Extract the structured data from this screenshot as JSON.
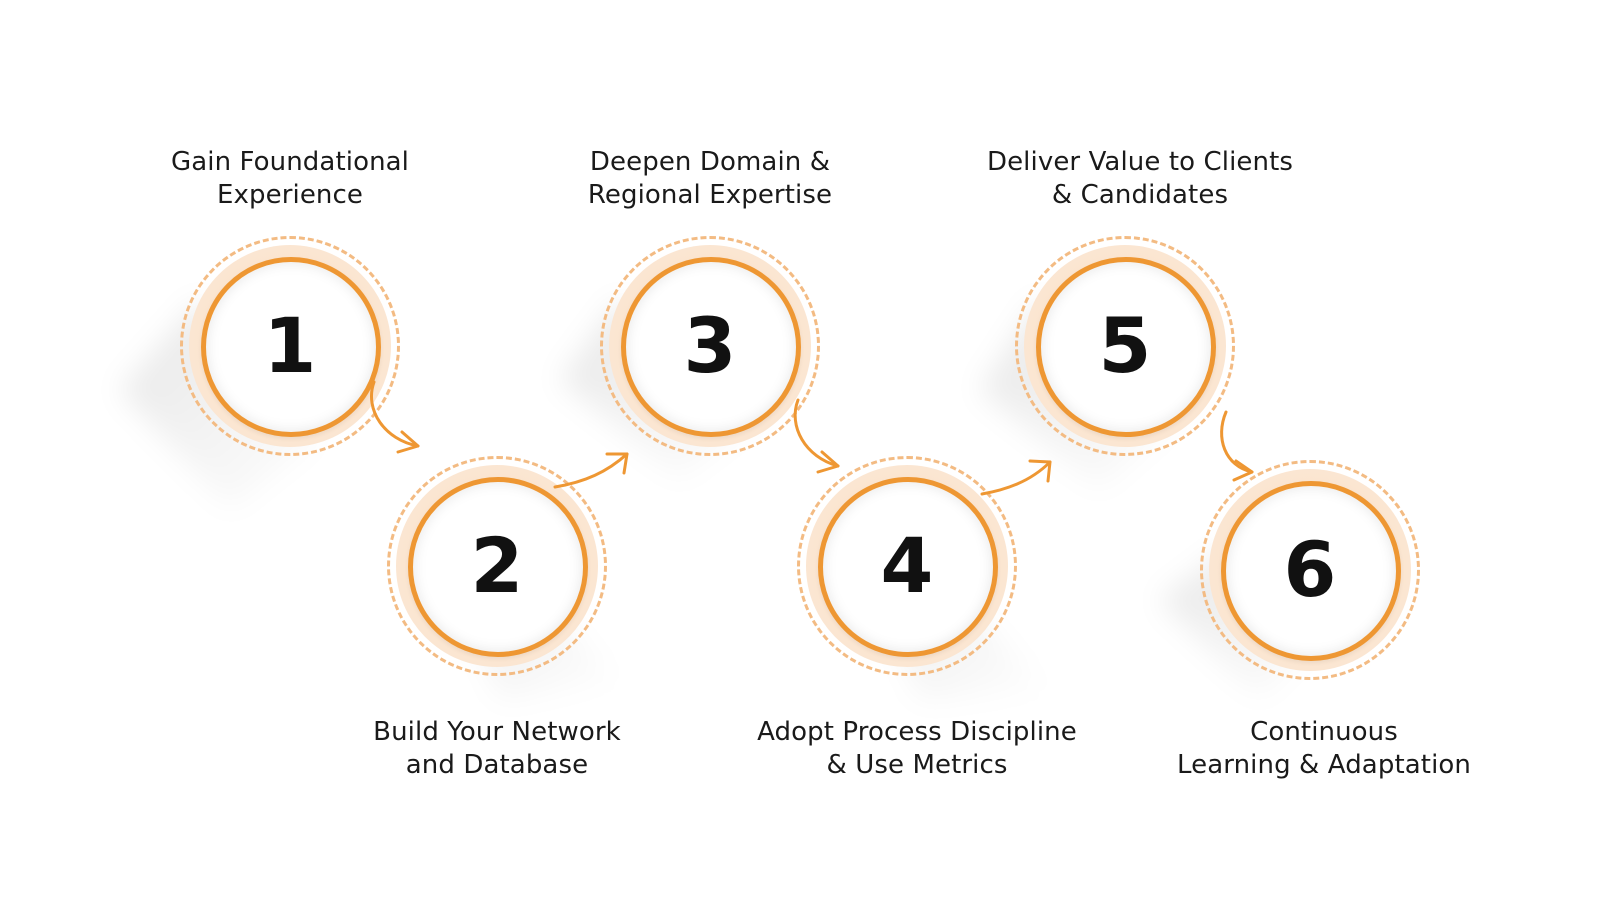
{
  "steps": [
    {
      "number": "1",
      "line1": "Gain Foundational",
      "line2": "Experience"
    },
    {
      "number": "2",
      "line1": "Build Your Network",
      "line2": "and Database"
    },
    {
      "number": "3",
      "line1": "Deepen Domain &",
      "line2": "Regional Expertise"
    },
    {
      "number": "4",
      "line1": "Adopt Process Discipline",
      "line2": "& Use Metrics"
    },
    {
      "number": "5",
      "line1": "Deliver Value to Clients",
      "line2": "& Candidates"
    },
    {
      "number": "6",
      "line1": "Continuous",
      "line2": "Learning & Adaptation"
    }
  ],
  "colors": {
    "accent": "#ee9733",
    "dash": "#f3bb83",
    "halo": "#fbe6d2",
    "text": "#1a1a1a",
    "number": "#111111",
    "background": "#ffffff"
  }
}
